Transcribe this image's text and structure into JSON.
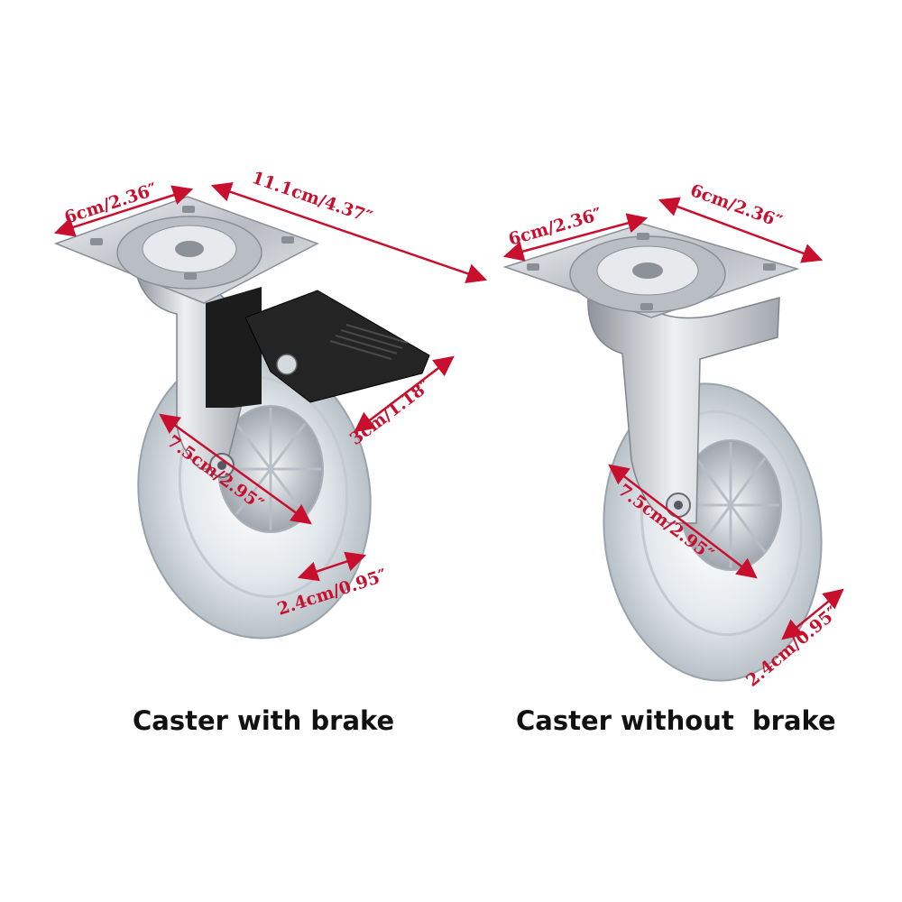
{
  "colors": {
    "dimension": "#c8102e",
    "metal": "#c9ccd1",
    "brake": "#1c1c1c",
    "wheel": "#dfe5ea"
  },
  "left_caster": {
    "caption": "Caster with brake",
    "plate_width_label": "6cm/2.36″",
    "total_height_label": "11.1cm/4.37″",
    "brake_width_label": "3cm/1.18″",
    "wheel_diameter_label": "7.5cm/2.95″",
    "wheel_width_label": "2.4cm/0.95″"
  },
  "right_caster": {
    "caption": "Caster without  brake",
    "plate_width_label": "6cm/2.36″",
    "plate_depth_label": "6cm/2.36″",
    "wheel_diameter_label": "7.5cm/2.95″",
    "wheel_width_label": "2.4cm/0.95″"
  }
}
